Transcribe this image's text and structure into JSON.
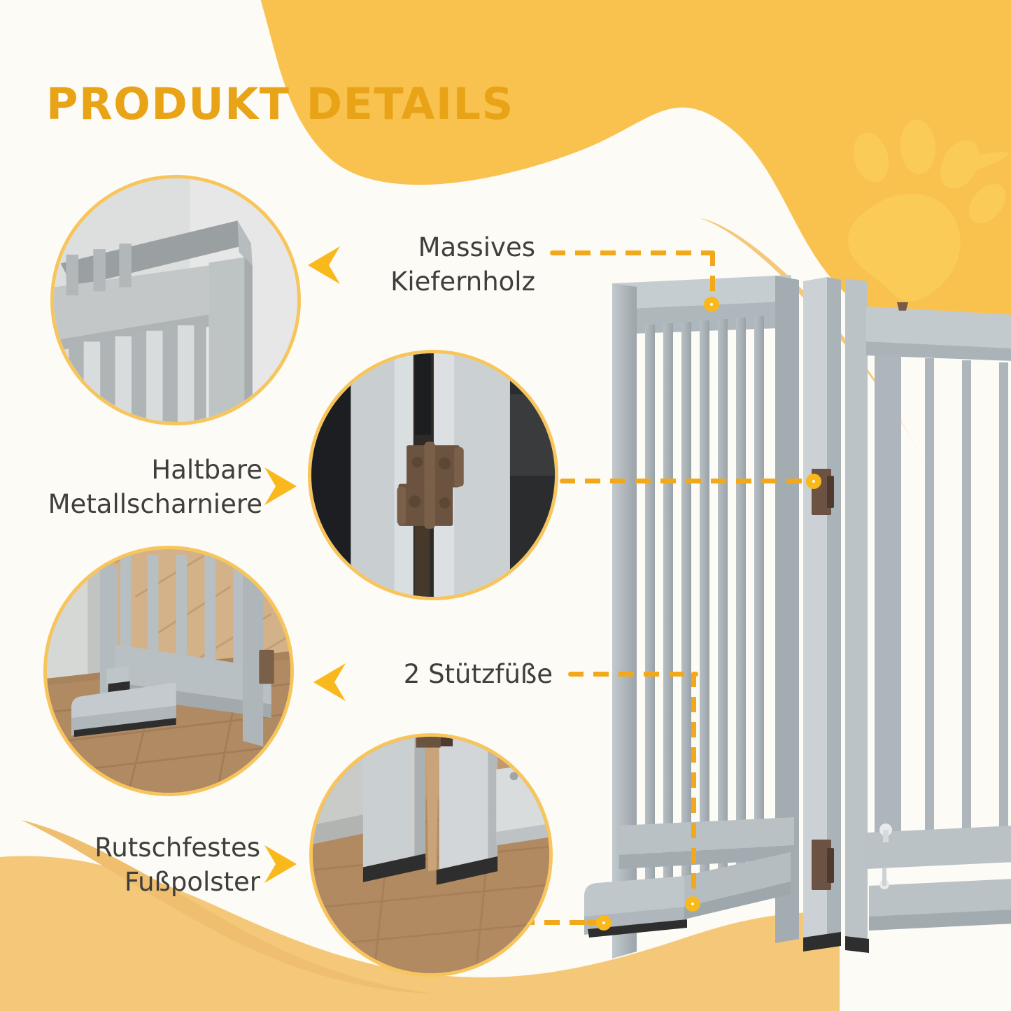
{
  "page": {
    "title": "PRODUKT DETAILS",
    "background_color": "#FCFBF5",
    "accent_color": "#F2A81B",
    "accent_light_color": "#F7C55B",
    "wave_color": "#F9C24F",
    "wave_soft_color": "#F4C878",
    "text_color": "#3E3E3C",
    "product_color": "#ADB5B9"
  },
  "decorations": {
    "top_wave": "top-wave-shape",
    "bottom_wave": "bottom-wave-shape",
    "paw_print": "paw-print-icon",
    "swoosh_top": "swoosh-line",
    "swoosh_bottom": "swoosh-line"
  },
  "features": [
    {
      "id": "solid-pine-wood",
      "label": "Massives\nKiefernholz",
      "arrow": "arrow-left-icon",
      "photo": "gate-corner-joint-photo",
      "photo_alt": "Gray wooden gate top corner joint with vertical slats"
    },
    {
      "id": "durable-metal-hinges",
      "label": "Haltbare\nMetallscharniere",
      "arrow": "arrow-right-icon",
      "photo": "metal-hinge-closeup-photo",
      "photo_alt": "Bronze metal hinge joining two gray gate panels"
    },
    {
      "id": "two-support-feet",
      "label": "2 Stützfüße",
      "arrow": "arrow-left-icon",
      "photo": "support-foot-photo",
      "photo_alt": "Gray support foot resting on wooden floor"
    },
    {
      "id": "non-slip-foot-pad",
      "label": "Rutschfestes\nFußpolster",
      "arrow": "arrow-right-icon",
      "photo": "non-slip-pad-photo",
      "photo_alt": "Gate legs with black non-slip pads on wooden floor"
    }
  ],
  "product": {
    "name": "folding-wooden-pet-gate",
    "alt": "Gray folding wooden pet gate with vertical slats and metal hinges"
  }
}
